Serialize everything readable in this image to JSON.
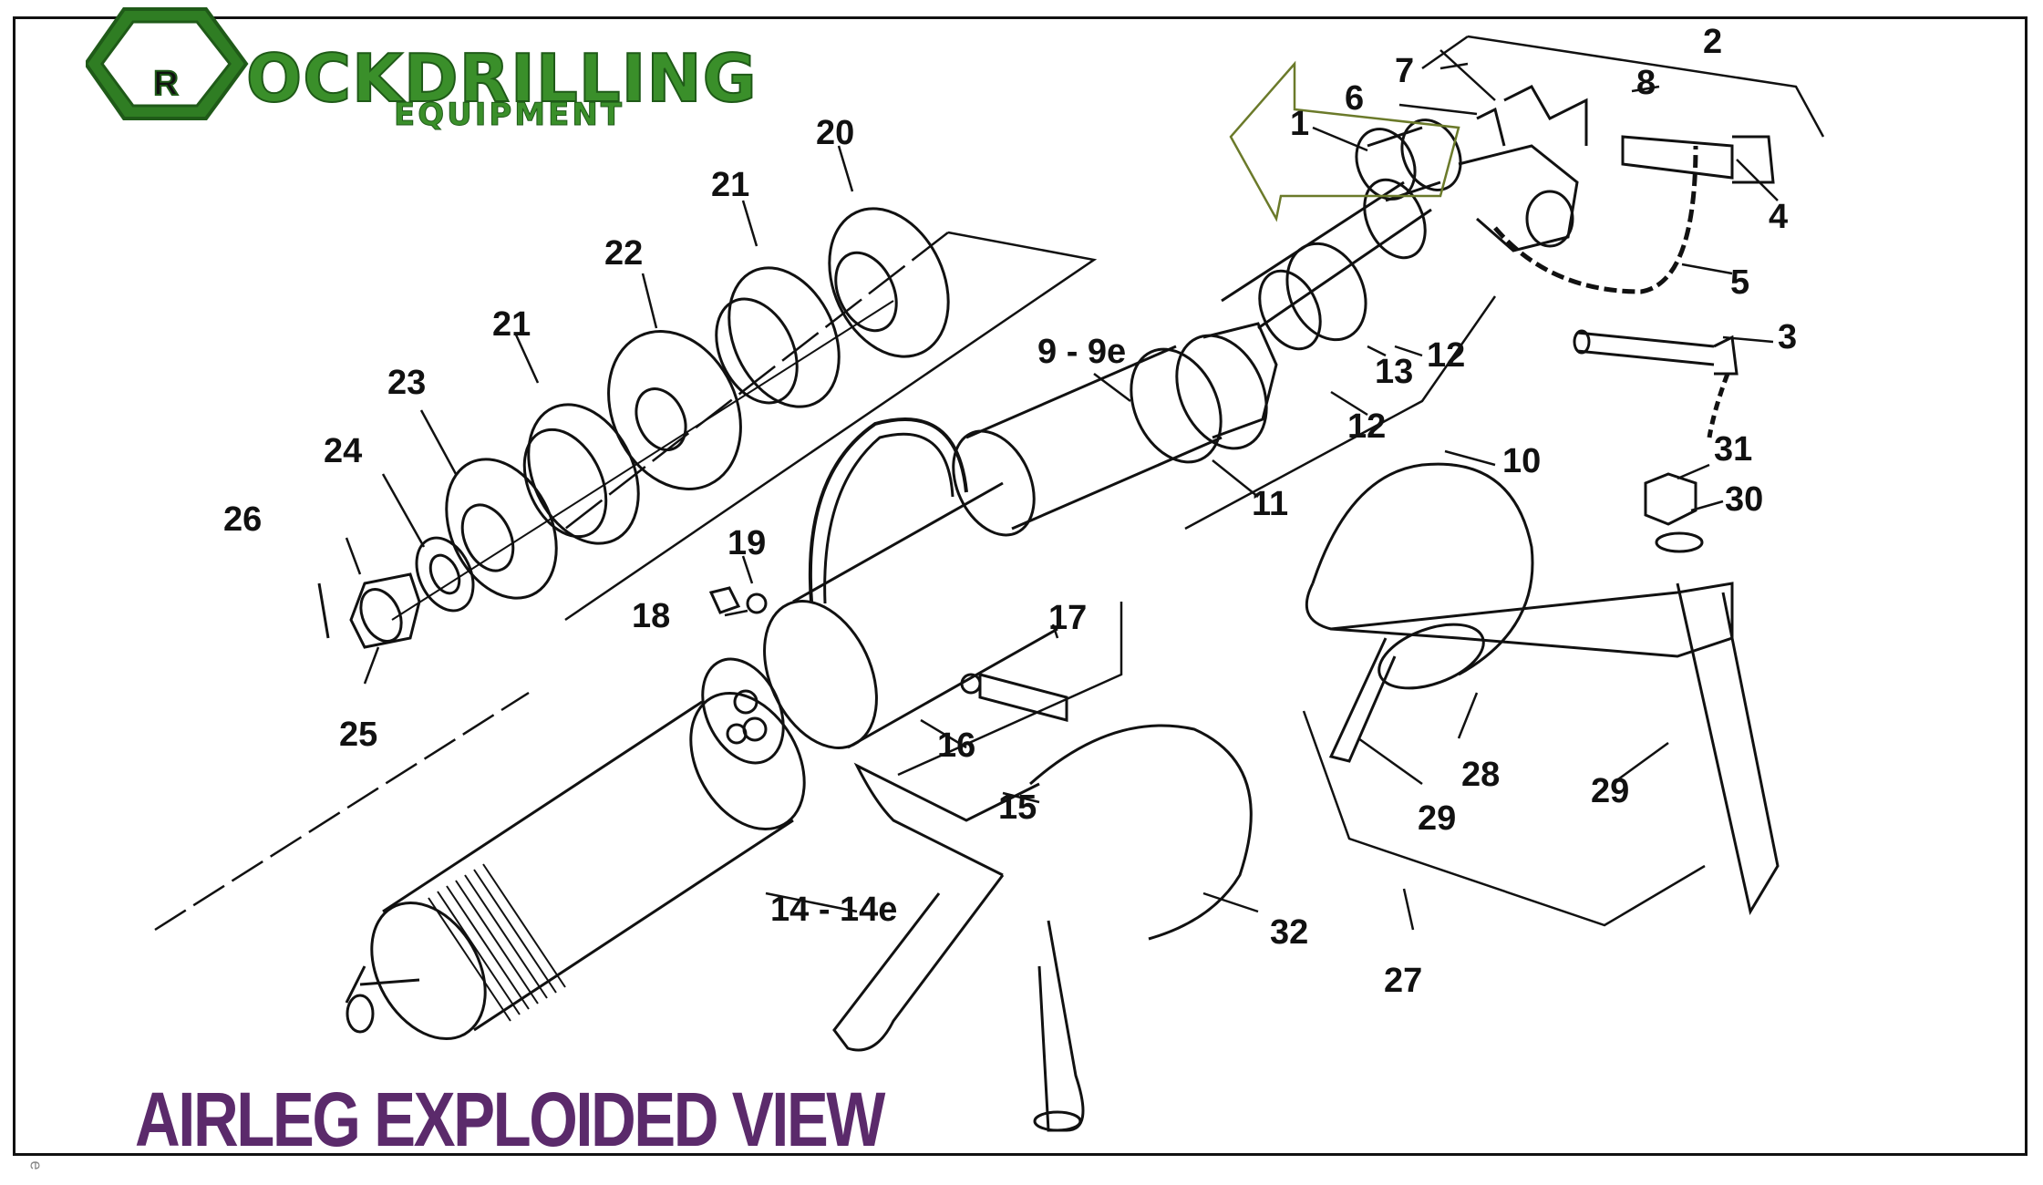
{
  "logo": {
    "main": "OCKDRILLING",
    "sub": "EQUIPMENT",
    "mark_letter": "R"
  },
  "title": "AIRLEG EXPLOIDED VIEW",
  "side_mark": "e",
  "callouts": [
    "1",
    "2",
    "3",
    "4",
    "5",
    "6",
    "7",
    "8",
    "9 - 9e",
    "10",
    "11",
    "12",
    "12",
    "13",
    "14 - 14e",
    "15",
    "16",
    "17",
    "18",
    "19",
    "20",
    "21",
    "21",
    "22",
    "23",
    "24",
    "25",
    "26",
    "27",
    "28",
    "29",
    "29",
    "30",
    "31",
    "32"
  ],
  "colors": {
    "title": "#5b2a6b",
    "logo_green": "#3a8f2a",
    "line": "#111111",
    "arrow": "#6b7a2a"
  }
}
